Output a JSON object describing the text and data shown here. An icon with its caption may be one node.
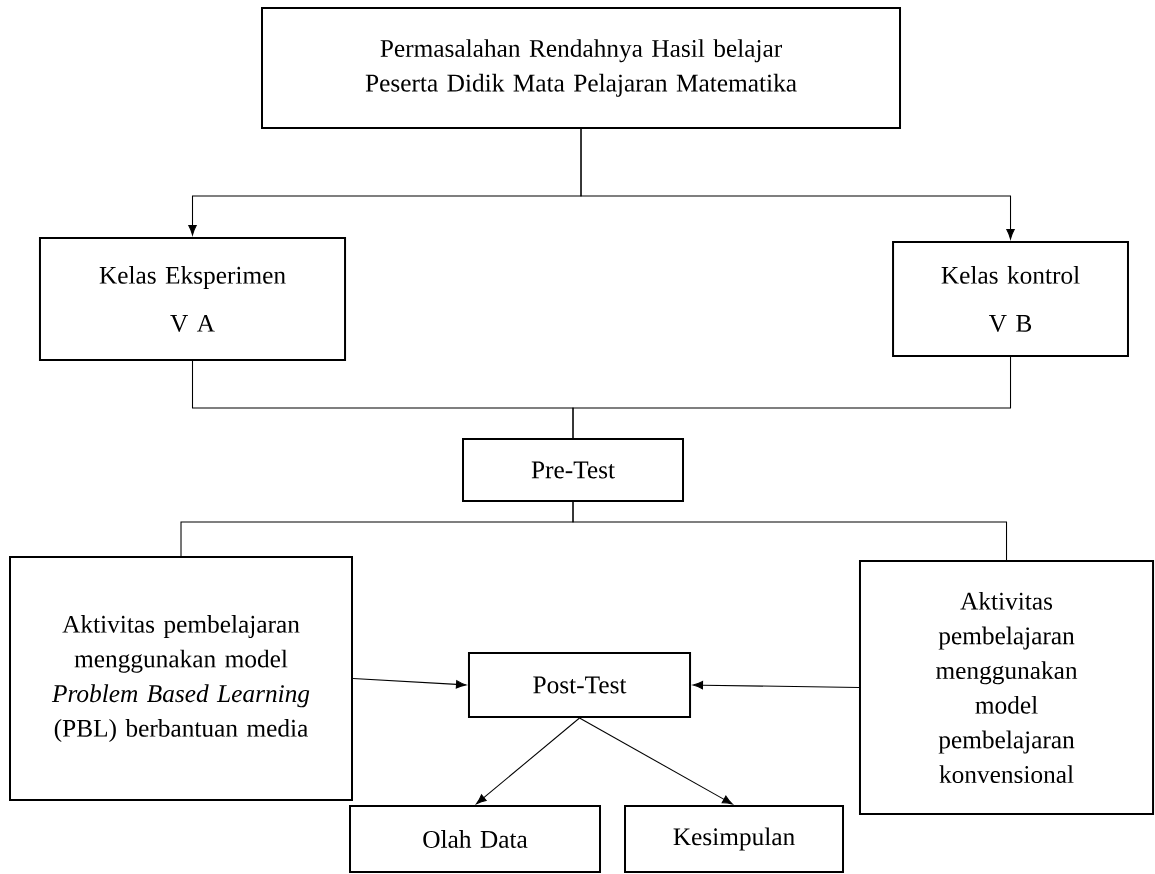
{
  "diagram": {
    "nodes": [
      {
        "text": [
          "Permasalahan Rendahnya Hasil belajar Peserta Didik Mata Pelajaran Matematika"
        ]
      },
      {
        "text": [
          "Kelas Eksperimen",
          "V A"
        ]
      },
      {
        "text": [
          "Kelas kontrol",
          "V B"
        ]
      },
      {
        "text": [
          "Pre-Test"
        ]
      },
      {
        "text": [
          "Aktivitas pembelajaran menggunakan model *Problem Based Learning* (PBL) berbantuan media"
        ]
      },
      {
        "text": [
          "Post-Test"
        ]
      },
      {
        "text": [
          "Aktivitas pembelajaran menggunakan model pembelajaran konvensional"
        ]
      },
      {
        "text": [
          "Olah Data"
        ]
      },
      {
        "text": [
          "Kesimpulan"
        ]
      }
    ],
    "edges": [
      {
        "from": 0,
        "to": 1,
        "arrow": "to"
      },
      {
        "from": 0,
        "to": 2,
        "arrow": "to"
      },
      {
        "from": 1,
        "to": 3,
        "arrow": "none"
      },
      {
        "from": 2,
        "to": 3,
        "arrow": "none"
      },
      {
        "from": 3,
        "to": 4,
        "arrow": "none"
      },
      {
        "from": 3,
        "to": 6,
        "arrow": "none"
      },
      {
        "from": 4,
        "to": 5,
        "arrow": "to"
      },
      {
        "from": 6,
        "to": 5,
        "arrow": "to"
      },
      {
        "from": 5,
        "to": 7,
        "arrow": "to"
      },
      {
        "from": 5,
        "to": 8,
        "arrow": "to"
      }
    ]
  }
}
